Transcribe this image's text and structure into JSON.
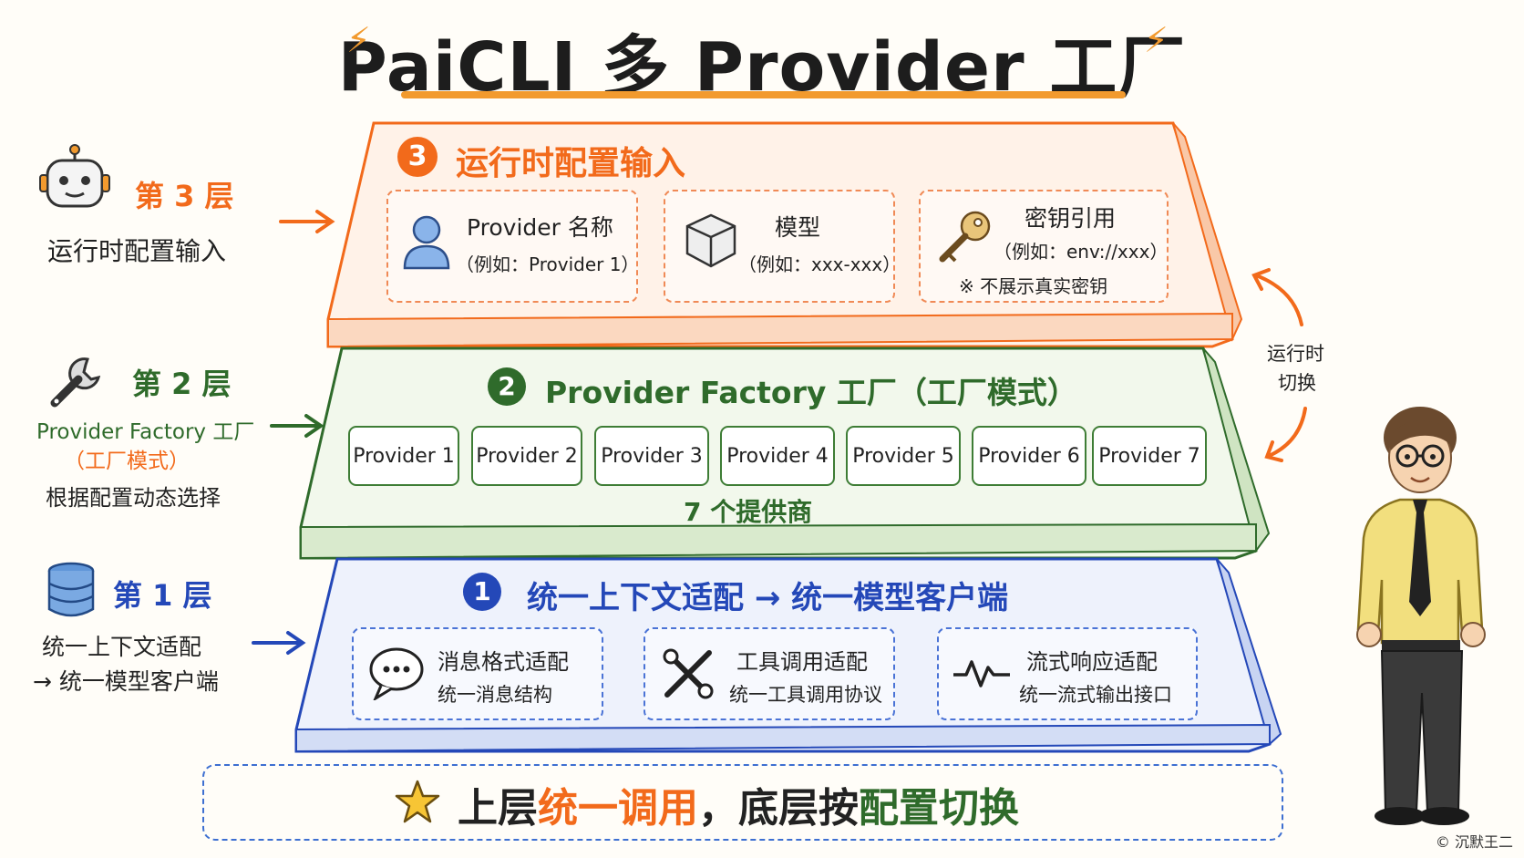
{
  "title": "PaiCLI 多 Provider 工厂",
  "layer3": {
    "badge": "3",
    "title": "运行时配置输入",
    "left_title": "第 3 层",
    "left_desc": "运行时配置输入",
    "cards": [
      {
        "title": "Provider 名称",
        "desc": "（例如：Provider 1）",
        "icon": "user-icon"
      },
      {
        "title": "模型",
        "desc": "（例如：xxx-xxx）",
        "icon": "cube-icon"
      },
      {
        "title": "密钥引用",
        "desc": "（例如：env://xxx）",
        "note": "※ 不展示真实密钥",
        "icon": "key-icon"
      }
    ]
  },
  "layer2": {
    "badge": "2",
    "title": "Provider Factory 工厂（工厂模式）",
    "left_title": "第 2 层",
    "left_desc_1": "Provider Factory 工厂",
    "left_desc_2": "（工厂模式）",
    "left_desc_3": "根据配置动态选择",
    "providers": [
      "Provider 1",
      "Provider 2",
      "Provider 3",
      "Provider 4",
      "Provider 5",
      "Provider 6",
      "Provider 7"
    ],
    "count_label": "7 个提供商"
  },
  "layer1": {
    "badge": "1",
    "title": "统一上下文适配 → 统一模型客户端",
    "left_title": "第 1 层",
    "left_desc_1": "统一上下文适配",
    "left_desc_2": "→ 统一模型客户端",
    "cards": [
      {
        "title": "消息格式适配",
        "desc": "统一消息结构",
        "icon": "chat-icon"
      },
      {
        "title": "工具调用适配",
        "desc": "统一工具调用协议",
        "icon": "tools-icon"
      },
      {
        "title": "流式响应适配",
        "desc": "统一流式输出接口",
        "icon": "pulse-icon"
      }
    ]
  },
  "runtime_switch": {
    "line1": "运行时",
    "line2": "切换"
  },
  "bottom": {
    "part1": "上层",
    "part2": "统一调用",
    "part3": "，底层按",
    "part4": "配置切换"
  },
  "credit": "© 沉默王二",
  "colors": {
    "orange": "#f26a1b",
    "green": "#2f6b2b",
    "blue": "#2448b8",
    "accent": "#f29a2e"
  }
}
